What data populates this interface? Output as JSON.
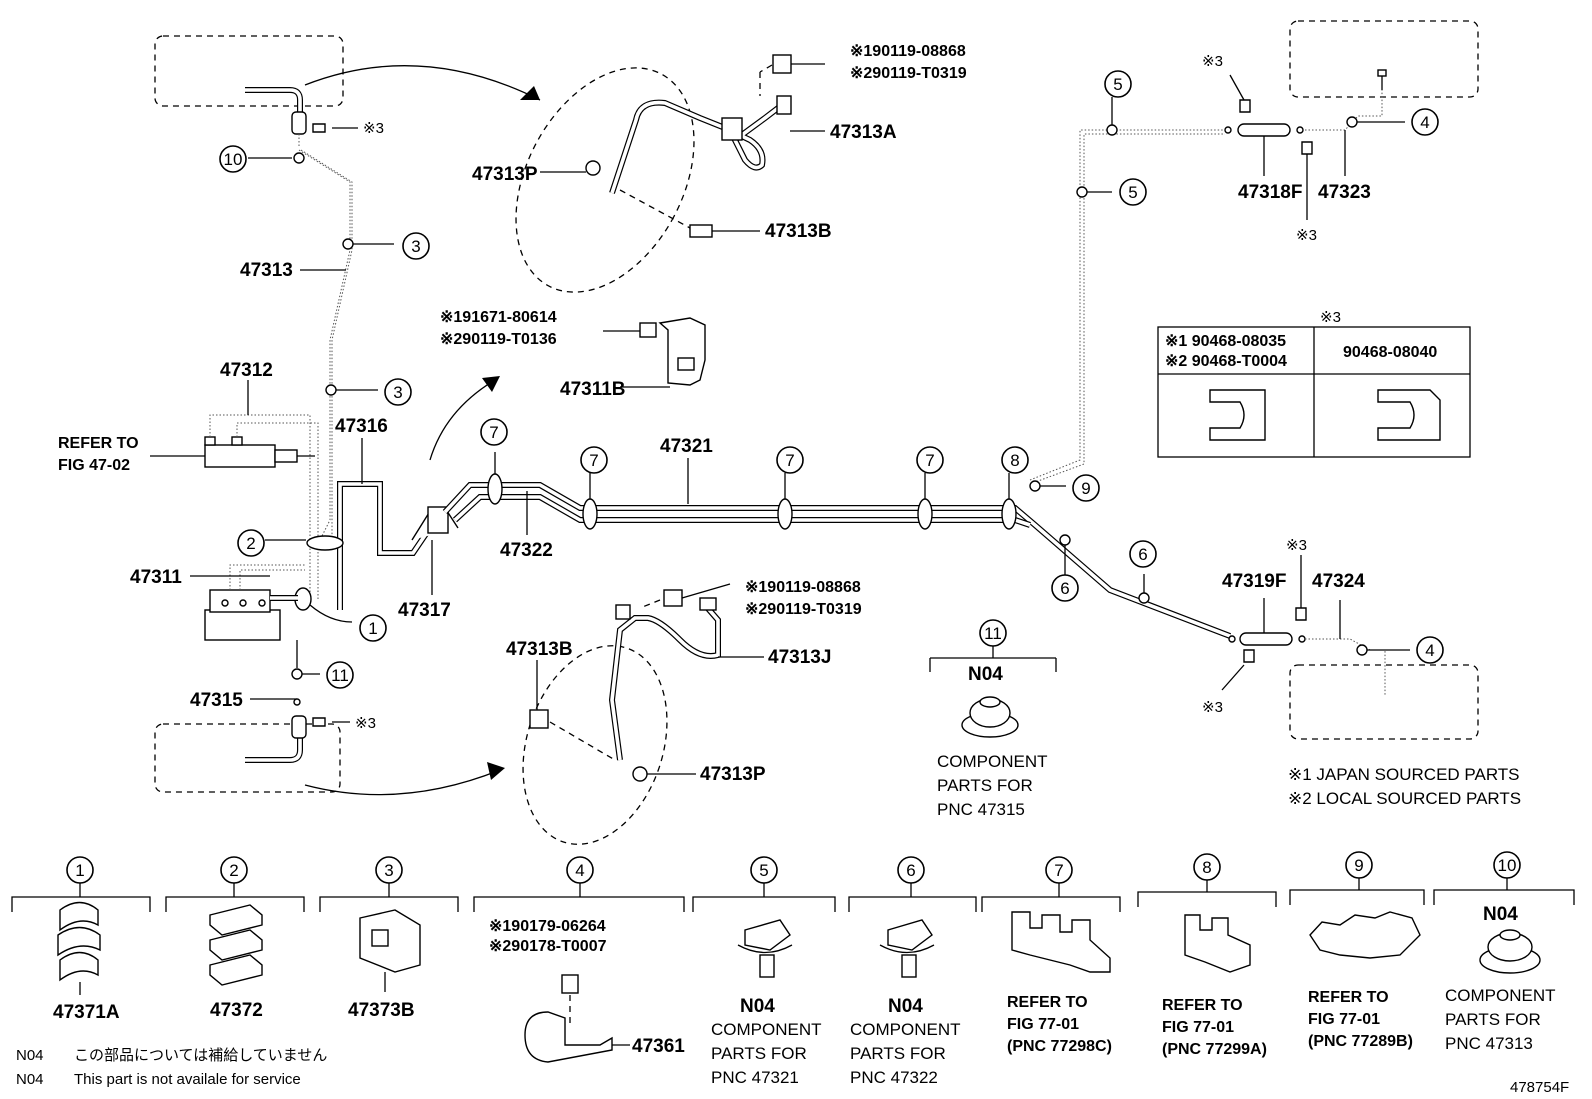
{
  "diagram_id": "478754F",
  "callouts": {
    "c1": "1",
    "c2": "2",
    "c3": "3",
    "c4": "4",
    "c5": "5",
    "c6": "6",
    "c7": "7",
    "c8": "8",
    "c9": "9",
    "c10": "10",
    "c11": "11"
  },
  "parts": {
    "p47313": "47313",
    "p47312": "47312",
    "p47316": "47316",
    "p47311": "47311",
    "p47315": "47315",
    "p47317": "47317",
    "p47322": "47322",
    "p47321": "47321",
    "p47313A": "47313A",
    "p47313P_top": "47313P",
    "p47313B_top": "47313B",
    "p47311B": "47311B",
    "p47313J": "47313J",
    "p47313B_bot": "47313B",
    "p47313P_bot": "47313P",
    "p47318F": "47318F",
    "p47323": "47323",
    "p47319F": "47319F",
    "p47324": "47324",
    "p47371A": "47371A",
    "p47372": "47372",
    "p47373B": "47373B",
    "p47361": "47361"
  },
  "star_refs": {
    "top_r1": "※190119-08868",
    "top_r2": "※290119-T0319",
    "mid_r1": "※191671-80614",
    "mid_r2": "※290119-T0136",
    "bot_r1": "※190119-08868",
    "bot_r2": "※290119-T0319",
    "c4_r1": "※190179-06264",
    "c4_r2": "※290178-T0007",
    "star3": "※3"
  },
  "refer": {
    "line1": "REFER TO",
    "line2": "FIG 47-02"
  },
  "clip_table": {
    "header": "※3",
    "col1_r1": "※1 90468-08035",
    "col1_r2": "※2 90468-T0004",
    "col2": "90468-08040"
  },
  "legend": {
    "l1": "※1 JAPAN SOURCED PARTS",
    "l2": "※2 LOCAL SOURCED PARTS"
  },
  "n04": "N04",
  "component_p47315": [
    "COMPONENT",
    "PARTS FOR",
    "PNC 47315"
  ],
  "component_p47321": [
    "COMPONENT",
    "PARTS FOR",
    "PNC 47321"
  ],
  "component_p47322": [
    "COMPONENT",
    "PARTS FOR",
    "PNC 47322"
  ],
  "component_p47313": [
    "COMPONENT",
    "PARTS FOR",
    "PNC 47313"
  ],
  "refer77_c7": [
    "REFER TO",
    "FIG 77-01",
    "(PNC 77298C)"
  ],
  "refer77_c8": [
    "REFER TO",
    "FIG 77-01",
    "(PNC 77299A)"
  ],
  "refer77_c9": [
    "REFER TO",
    "FIG 77-01",
    "(PNC 77289B)"
  ],
  "notes": {
    "code": "N04",
    "jp": "この部品については補給していません",
    "en": "This part is not availale for service"
  }
}
